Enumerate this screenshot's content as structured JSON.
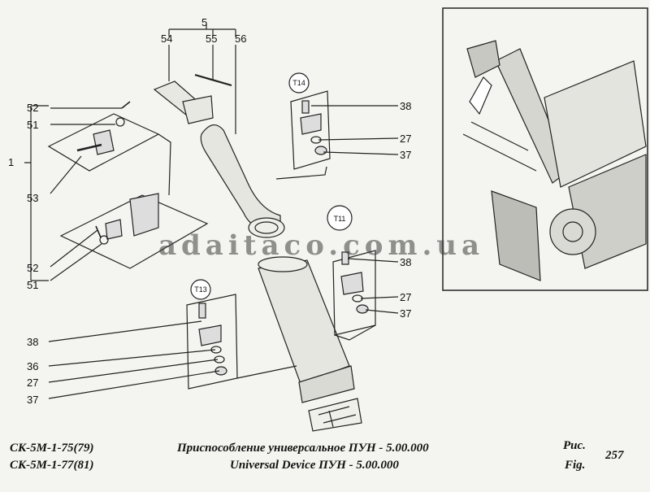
{
  "callouts": {
    "group_5": "5",
    "c54": "54",
    "c55": "55",
    "c56": "56",
    "group_1": "1",
    "c52_top": "52",
    "c51_top": "51",
    "c53": "53",
    "c52_bottom": "52",
    "c51_bottom": "51",
    "c38_a": "38",
    "c27_a": "27",
    "c37_a": "37",
    "c38_b": "38",
    "c27_b": "27",
    "c37_b": "37",
    "c38_c": "38",
    "c36_c": "36",
    "c27_c": "27",
    "c37_c": "37"
  },
  "tags": {
    "t14": "T14",
    "t11": "T11",
    "t13": "T13"
  },
  "watermark": "adaitaco.com.ua",
  "footer": {
    "model_line1": "СК-5М-1-75(79)",
    "model_line2": "СК-5М-1-77(81)",
    "title_ru": "Приспособление универсальное ПУН - 5.00.000",
    "title_en": "Universal Device ПУН - 5.00.000",
    "fig_ru": "Рис.",
    "fig_en": "Fig.",
    "fig_number": "257"
  }
}
